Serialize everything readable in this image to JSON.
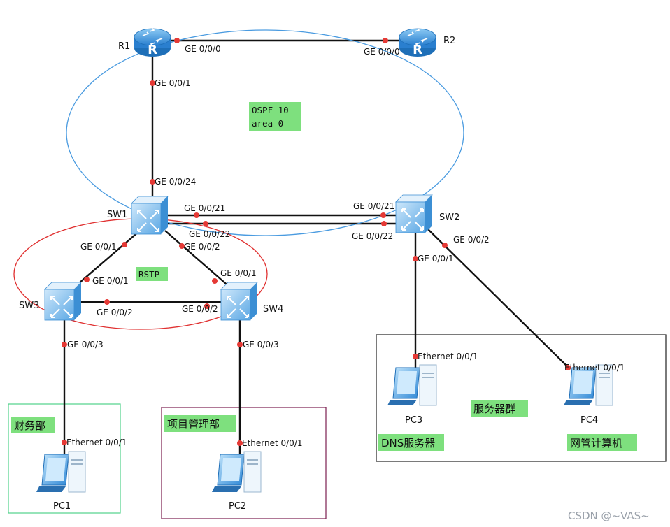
{
  "devices": {
    "r1": "R1",
    "r2": "R2",
    "sw1": "SW1",
    "sw2": "SW2",
    "sw3": "SW3",
    "sw4": "SW4",
    "pc1": "PC1",
    "pc2": "PC2",
    "pc3": "PC3",
    "pc4": "PC4",
    "router_glyph": "R"
  },
  "ports": {
    "r1_ge000": "GE 0/0/0",
    "r2_ge000": "GE 0/0/0",
    "r1_ge001": "GE 0/0/1",
    "sw1_ge0024": "GE 0/0/24",
    "sw1_ge0021": "GE 0/0/21",
    "sw1_ge0022": "GE 0/0/22",
    "sw2_ge0021": "GE 0/0/21",
    "sw2_ge0022": "GE 0/0/22",
    "sw1_ge001": "GE 0/0/1",
    "sw1_ge002": "GE 0/0/2",
    "sw3_ge001": "GE 0/0/1",
    "sw3_ge002": "GE 0/0/2",
    "sw4_ge001": "GE 0/0/1",
    "sw4_ge002": "GE 0/0/2",
    "sw3_ge003": "GE 0/0/3",
    "sw4_ge003": "GE 0/0/3",
    "sw2_ge001": "GE 0/0/1",
    "sw2_ge002": "GE 0/0/2",
    "pc1_eth": "Ethernet 0/0/1",
    "pc2_eth": "Ethernet 0/0/1",
    "pc3_eth": "Ethernet 0/0/1",
    "pc4_eth": "Ethernet 0/0/1"
  },
  "areas": {
    "ospf_line1": "OSPF 10",
    "ospf_line2": "area  0",
    "rstp": "RSTP"
  },
  "groups": {
    "finance": "财务部",
    "project": "项目管理部",
    "servers": "服务器群",
    "dns": "DNS服务器",
    "netmgmt": "网管计算机"
  },
  "watermark": "CSDN @~VAS~",
  "colors": {
    "ospf_ellipse": "#4a9be0",
    "rstp_ellipse": "#e03030",
    "port_dot": "#e53935",
    "label_bg": "#7ee07e",
    "finance_border": "#4fd18a",
    "project_border": "#7b1f4f",
    "servers_border": "#222222",
    "device_blue": "#2f8fd8"
  }
}
